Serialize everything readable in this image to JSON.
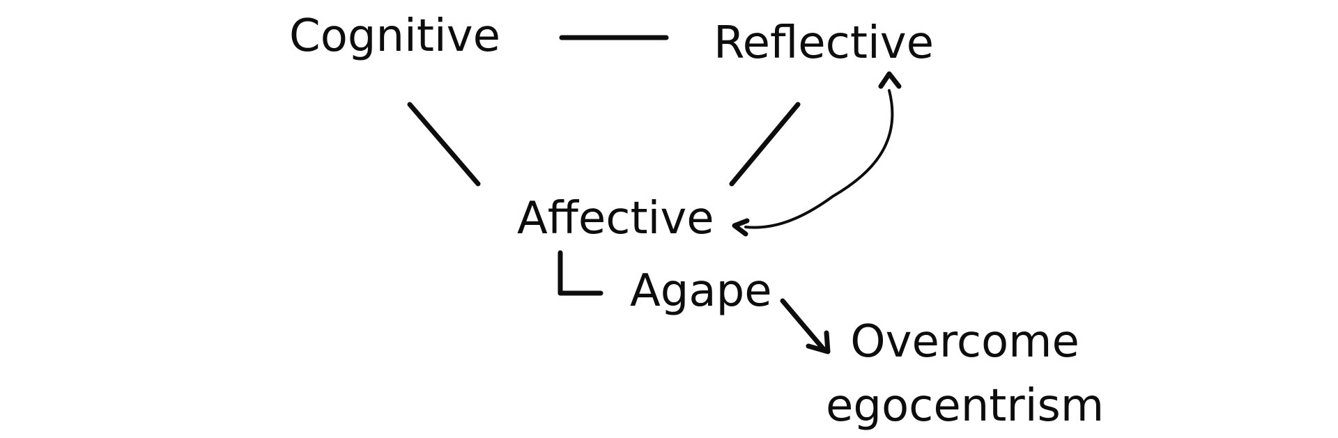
{
  "diagram": {
    "nodes": {
      "cognitive": "Cognitive",
      "reflective": "Reflective",
      "affective": "Affective",
      "agape": "Agape",
      "outcome_line1": "Overcome",
      "outcome_line2": "egocentrism"
    },
    "edges": [
      {
        "from": "Cognitive",
        "to": "Reflective",
        "style": "line"
      },
      {
        "from": "Cognitive",
        "to": "Affective",
        "style": "line"
      },
      {
        "from": "Reflective",
        "to": "Affective",
        "style": "line"
      },
      {
        "from": "Affective",
        "to": "Reflective",
        "style": "curved-double-arrow"
      },
      {
        "from": "Affective",
        "to": "Agape",
        "style": "elbow"
      },
      {
        "from": "Agape",
        "to": "Overcome egocentrism",
        "style": "arrow"
      }
    ],
    "colors": {
      "ink": "#0d0d0d",
      "background": "#ffffff"
    }
  }
}
